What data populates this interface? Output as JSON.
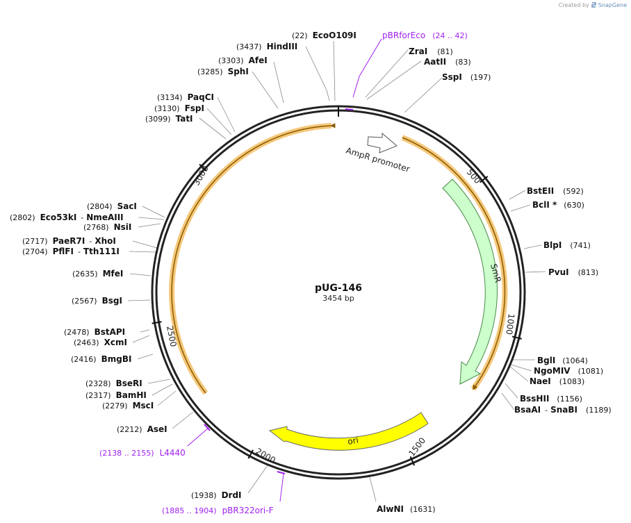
{
  "credit": {
    "prefix": "Created by",
    "brand": "SnapGene"
  },
  "plasmid": {
    "name": "pUG-146",
    "length_label": "3454 bp",
    "length": 3454
  },
  "colors": {
    "backbone": "#222222",
    "leader": "#888888",
    "primer": "#a020f0",
    "promoter_fill": "#ffffff",
    "smr_fill": "#ccffcc",
    "ori_fill": "#ffff00",
    "arc_outer": "#f5c87a",
    "arc_inner": "#8a5a00"
  },
  "ticks": [
    "500",
    "1000",
    "1500",
    "2000",
    "2500",
    "3000"
  ],
  "features": [
    {
      "name": "AmpR promoter",
      "type": "promoter",
      "fill": "#ffffff"
    },
    {
      "name": "SmR",
      "type": "cds",
      "fill": "#ccffcc"
    },
    {
      "name": "ori",
      "type": "rep_origin",
      "fill": "#ffff00"
    }
  ],
  "sites": [
    {
      "name": "EcoO109I",
      "pos": "(22)"
    },
    {
      "name": "HindIII",
      "pos": "(3437)"
    },
    {
      "name": "AfeI",
      "pos": "(3303)"
    },
    {
      "name": "SphI",
      "pos": "(3285)"
    },
    {
      "name": "PaqCI",
      "pos": "(3134)"
    },
    {
      "name": "FspI",
      "pos": "(3130)"
    },
    {
      "name": "TatI",
      "pos": "(3099)"
    },
    {
      "name": "SacI",
      "pos": "(2804)"
    },
    {
      "name": "Eco53kI",
      "pos": "(2802)",
      "name2": "NmeAIII"
    },
    {
      "name": "NsiI",
      "pos": "(2768)"
    },
    {
      "name": "PaeR7I",
      "pos": "(2717)",
      "name2": "XhoI"
    },
    {
      "name": "PflFI",
      "pos": "(2704)",
      "name2": "Tth111I"
    },
    {
      "name": "MfeI",
      "pos": "(2635)"
    },
    {
      "name": "BsgI",
      "pos": "(2567)"
    },
    {
      "name": "BstAPI",
      "pos": "(2478)"
    },
    {
      "name": "XcmI",
      "pos": "(2463)"
    },
    {
      "name": "BmgBI",
      "pos": "(2416)"
    },
    {
      "name": "BseRI",
      "pos": "(2328)"
    },
    {
      "name": "BamHI",
      "pos": "(2317)"
    },
    {
      "name": "MscI",
      "pos": "(2279)"
    },
    {
      "name": "AseI",
      "pos": "(2212)"
    },
    {
      "name": "DrdI",
      "pos": "(1938)"
    },
    {
      "name": "AlwNI",
      "pos": "(1631)"
    },
    {
      "name": "ZraI",
      "pos": "(81)"
    },
    {
      "name": "AatII",
      "pos": "(83)"
    },
    {
      "name": "SspI",
      "pos": "(197)"
    },
    {
      "name": "BstEII",
      "pos": "(592)"
    },
    {
      "name": "BclI *",
      "pos": "(630)"
    },
    {
      "name": "BlpI",
      "pos": "(741)"
    },
    {
      "name": "PvuI",
      "pos": "(813)"
    },
    {
      "name": "BglI",
      "pos": "(1064)"
    },
    {
      "name": "NgoMIV",
      "pos": "(1081)"
    },
    {
      "name": "NaeI",
      "pos": "(1083)"
    },
    {
      "name": "BssHII",
      "pos": "(1156)"
    },
    {
      "name": "BsaAI",
      "pos": "(1189)",
      "name2": "SnaBI"
    }
  ],
  "primers": [
    {
      "name": "pBRforEco",
      "range": "(24 .. 42)"
    },
    {
      "name": "L4440",
      "range": "(2138 .. 2155)"
    },
    {
      "name": "pBR322ori-F",
      "range": "(1885 .. 1904)"
    }
  ]
}
